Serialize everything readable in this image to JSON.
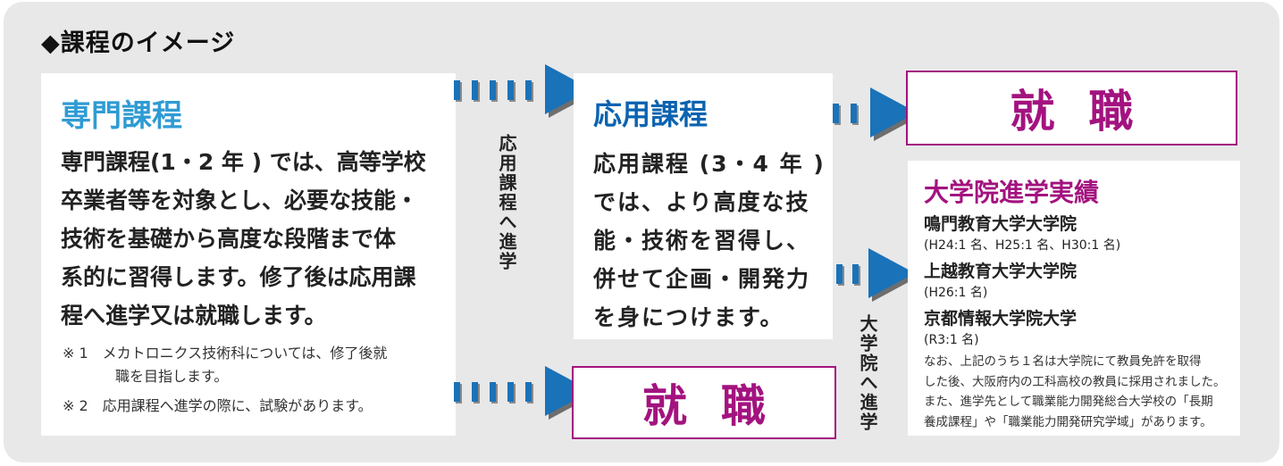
{
  "heading": "◆課程のイメージ",
  "senmon": {
    "title": "専門課程",
    "body": [
      "専門課程(1・2 年 ) では、高等学校",
      "卒業者等を対象とし、必要な技能・",
      "技術を基礎から高度な段階まで体",
      "系的に習得します。修了後は応用課",
      "程へ進学又は就職します。"
    ],
    "notes": [
      "※ 1　メカトロニクス技術科については、修了後就",
      "職を目指します。",
      "※ 2　応用課程へ進学の際に、試験があります。"
    ]
  },
  "ouyou": {
    "title": "応用課程",
    "body": [
      "応用課程 (3・4 年 )",
      "では、より高度な技",
      "能・技術を習得し、",
      "併せて企画・開発力",
      "を身につけます。"
    ]
  },
  "labels": {
    "to_ouyou": "応用課程へ進学",
    "to_daigakuin": "大学院へ進学"
  },
  "shushoku_1": "就職",
  "shushoku_2": "就職",
  "graduate": {
    "title": "大学院進学実績",
    "schools": [
      {
        "name": "鳴門教育大学大学院",
        "count": "(H24:1 名、H25:1 名、H30:1 名)"
      },
      {
        "name": "上越教育大学大学院",
        "count": "(H26:1 名)"
      },
      {
        "name": "京都情報大学院大学",
        "count": "(R3:1 名)"
      }
    ],
    "footnote": [
      "なお、上記のうち１名は大学院にて教員免許を取得",
      "した後、大阪府内の工科高校の教員に採用されました。",
      "また、進学先として職業能力開発総合大学校の「長期",
      "養成課程」や「職業能力開発研究学域」があります。"
    ]
  },
  "colors": {
    "accent_blue": "#2f9bd3",
    "dark_blue": "#0b63b0",
    "magenta": "#a3137f",
    "background": "#e8e8e9"
  },
  "icons": [
    "arrow-right-icon"
  ]
}
